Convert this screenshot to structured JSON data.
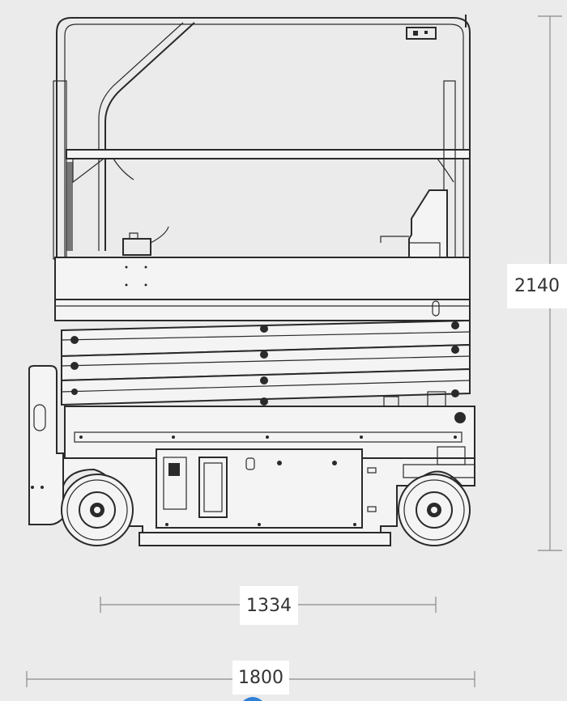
{
  "dimensions": {
    "height": "2140",
    "wheelbase": "1334",
    "length": "1800"
  },
  "colors": {
    "background": "#ebebeb",
    "line": "#2a2a2a",
    "dimension_line": "#8a8a8a",
    "accent_blue": "#2f7fd6"
  }
}
